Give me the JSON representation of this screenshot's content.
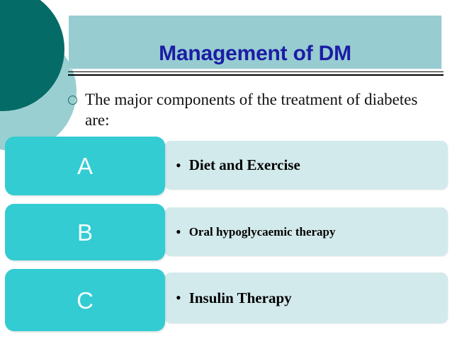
{
  "slide": {
    "title": "Management of DM",
    "intro_bullet": {
      "marker": "hollow-circle",
      "text": "The major components of the treatment of diabetes are:"
    },
    "rows": [
      {
        "letter": "A",
        "marker": "•",
        "label": "Diet and Exercise"
      },
      {
        "letter": "B",
        "marker": "•",
        "label": "Oral hypoglycaemic therapy"
      },
      {
        "letter": "C",
        "marker": "•",
        "label": "Insulin Therapy"
      }
    ]
  },
  "colors": {
    "title_background": "#97CCD1",
    "title_text": "#1C1CA4",
    "tile_background": "#33CCD2",
    "tile_letter": "#F2FCFC",
    "panel_background": "#D3EAEC",
    "decoration_dark": "#046B66",
    "decoration_light": "#9ACFD1",
    "body_text": "#111111"
  }
}
